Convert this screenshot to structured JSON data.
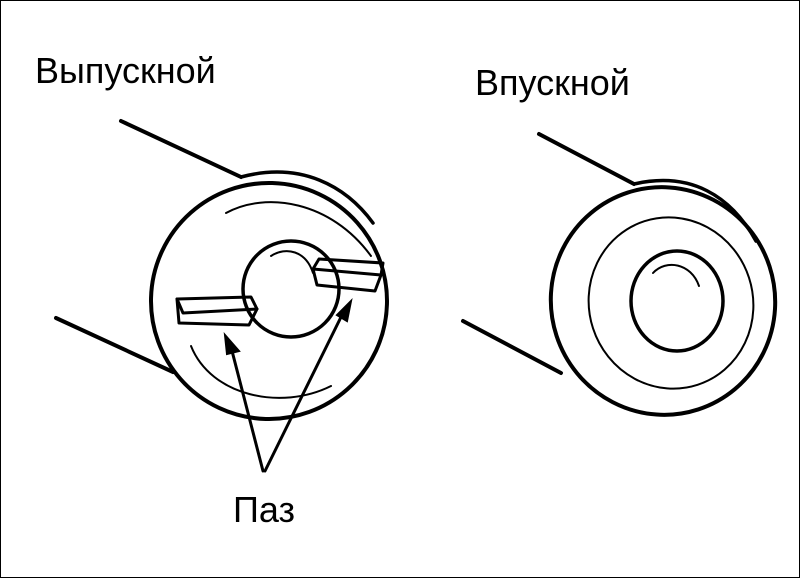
{
  "labels": {
    "exhaust": "Выпускной",
    "intake": "Впускной",
    "groove": "Паз"
  },
  "colors": {
    "line": "#000000",
    "background": "#ffffff"
  }
}
